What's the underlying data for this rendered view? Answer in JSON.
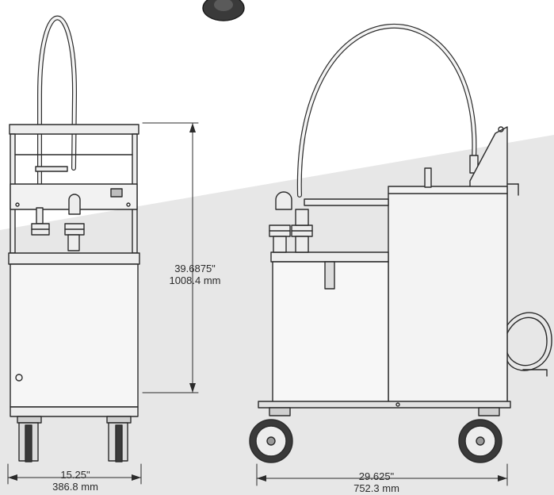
{
  "colors": {
    "band": "#e7e7e7",
    "line": "#2b2b2b",
    "metal": "#ededed",
    "metal_dark": "#cfcfcf",
    "background": "#ffffff"
  },
  "dimensions": {
    "height": {
      "imperial": "39.6875\"",
      "metric": "1008.4 mm"
    },
    "width": {
      "imperial": "15.25\"",
      "metric": "386.8 mm"
    },
    "depth": {
      "imperial": "29.625\"",
      "metric": "752.3 mm"
    }
  }
}
